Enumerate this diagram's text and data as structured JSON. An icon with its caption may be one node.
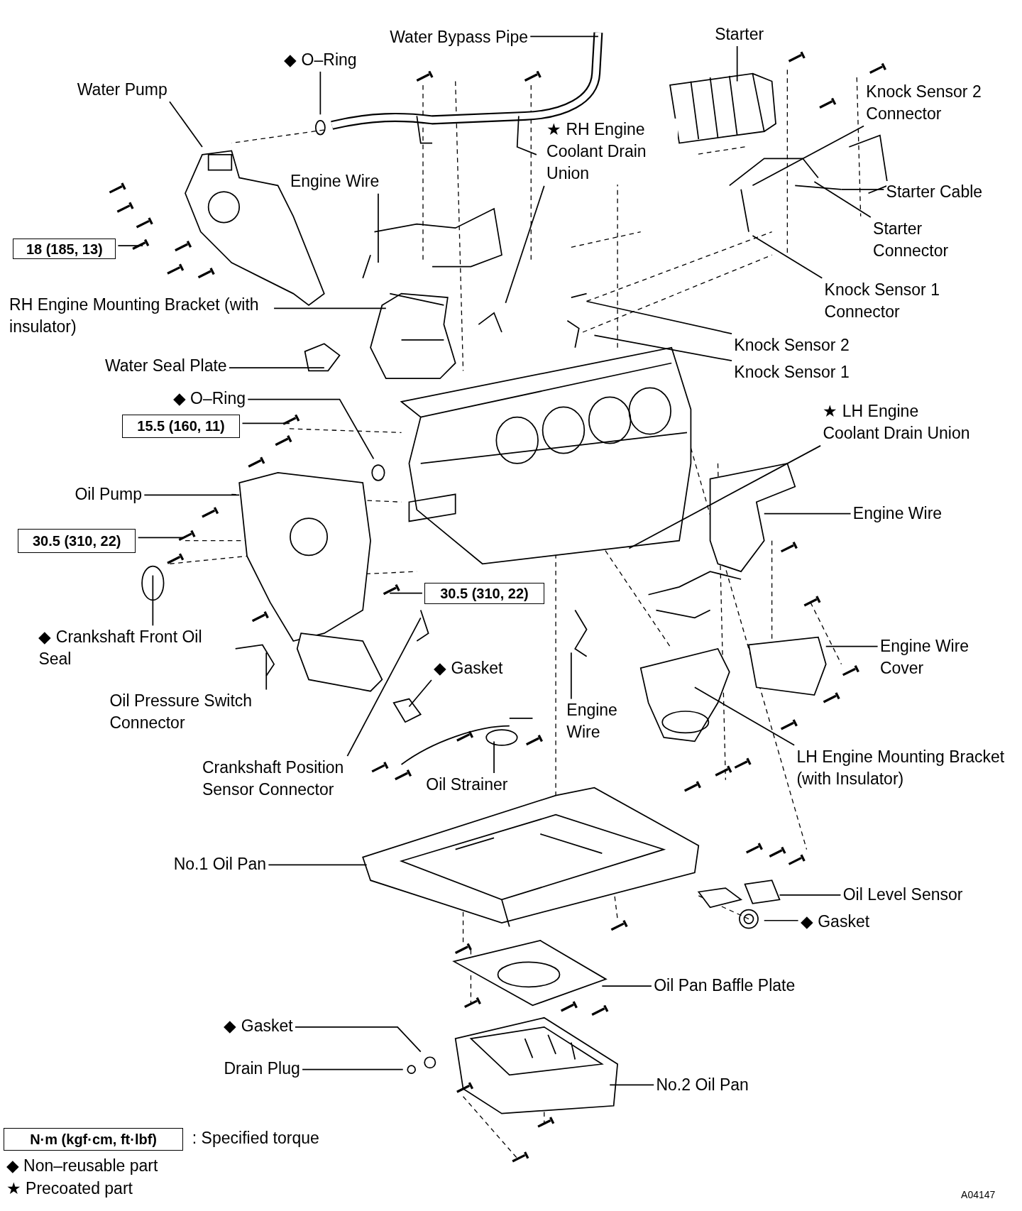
{
  "diagram": {
    "nodes": [
      {
        "text": [
          "Water Bypass Pipe"
        ]
      },
      {
        "text": [
          "Starter"
        ]
      },
      {
        "text": [
          "◆ O–Ring"
        ]
      },
      {
        "text": [
          "Water Pump"
        ]
      },
      {
        "text": [
          "Knock Sensor 2 Connector"
        ]
      },
      {
        "text": [
          "★ RH Engine Coolant Drain Union"
        ]
      },
      {
        "text": [
          "Engine Wire"
        ]
      },
      {
        "text": [
          "Starter Cable"
        ]
      },
      {
        "text": [
          "18 (185, 13)"
        ]
      },
      {
        "text": [
          "Starter Connector"
        ]
      },
      {
        "text": [
          "RH Engine Mounting Bracket (with insulator)"
        ]
      },
      {
        "text": [
          "Knock Sensor 1 Connector"
        ]
      },
      {
        "text": [
          "Knock Sensor 2"
        ]
      },
      {
        "text": [
          "Water Seal Plate"
        ]
      },
      {
        "text": [
          "Knock Sensor 1"
        ]
      },
      {
        "text": [
          "◆ O–Ring"
        ]
      },
      {
        "text": [
          "★ LH Engine Coolant Drain Union"
        ]
      },
      {
        "text": [
          "15.5 (160, 11)"
        ]
      },
      {
        "text": [
          "Oil Pump"
        ]
      },
      {
        "text": [
          "Engine Wire"
        ]
      },
      {
        "text": [
          "30.5 (310, 22)"
        ]
      },
      {
        "text": [
          "30.5 (310, 22)"
        ]
      },
      {
        "text": [
          "◆ Crankshaft Front Oil Seal"
        ]
      },
      {
        "text": [
          "Engine Wire Cover"
        ]
      },
      {
        "text": [
          "◆ Gasket"
        ]
      },
      {
        "text": [
          "Oil Pressure Switch Connector"
        ]
      },
      {
        "text": [
          "Engine Wire"
        ]
      },
      {
        "text": [
          "LH Engine Mounting Bracket (with Insulator)"
        ]
      },
      {
        "text": [
          "Crankshaft Position Sensor Connector"
        ]
      },
      {
        "text": [
          "Oil Strainer"
        ]
      },
      {
        "text": [
          "No.1 Oil Pan"
        ]
      },
      {
        "text": [
          "Oil Level Sensor"
        ]
      },
      {
        "text": [
          "◆ Gasket"
        ]
      },
      {
        "text": [
          "Oil Pan Baffle Plate"
        ]
      },
      {
        "text": [
          "◆ Gasket"
        ]
      },
      {
        "text": [
          "Drain Plug"
        ]
      },
      {
        "text": [
          "No.2 Oil Pan"
        ]
      },
      {
        "text": [
          "N·m (kgf·cm, ft·lbf)"
        ],
        "beside": [
          ": Specified torque"
        ]
      }
    ],
    "edges": [
      {
        "from": 0,
        "to": null,
        "arrow": "none"
      },
      {
        "from": 1,
        "to": null,
        "arrow": "none"
      },
      {
        "from": 2,
        "to": null,
        "arrow": "none"
      },
      {
        "from": 3,
        "to": null,
        "arrow": "none"
      },
      {
        "from": 4,
        "to": null,
        "arrow": "none"
      },
      {
        "from": 5,
        "to": null,
        "arrow": "none"
      },
      {
        "from": 6,
        "to": null,
        "arrow": "none"
      },
      {
        "from": 7,
        "to": null,
        "arrow": "none"
      },
      {
        "from": 8,
        "to": null,
        "arrow": "none"
      },
      {
        "from": 9,
        "to": null,
        "arrow": "none"
      },
      {
        "from": 10,
        "to": null,
        "arrow": "none"
      },
      {
        "from": 11,
        "to": null,
        "arrow": "none"
      },
      {
        "from": 12,
        "to": null,
        "arrow": "none"
      },
      {
        "from": 13,
        "to": null,
        "arrow": "none"
      },
      {
        "from": 14,
        "to": null,
        "arrow": "none"
      },
      {
        "from": 15,
        "to": null,
        "arrow": "none"
      },
      {
        "from": 16,
        "to": null,
        "arrow": "none"
      },
      {
        "from": 17,
        "to": null,
        "arrow": "none"
      },
      {
        "from": 18,
        "to": null,
        "arrow": "none"
      },
      {
        "from": 19,
        "to": null,
        "arrow": "none"
      },
      {
        "from": 20,
        "to": null,
        "arrow": "none"
      },
      {
        "from": 21,
        "to": null,
        "arrow": "none"
      },
      {
        "from": 22,
        "to": null,
        "arrow": "none"
      },
      {
        "from": 23,
        "to": null,
        "arrow": "none"
      },
      {
        "from": 24,
        "to": null,
        "arrow": "none"
      },
      {
        "from": 25,
        "to": null,
        "arrow": "none"
      },
      {
        "from": 26,
        "to": null,
        "arrow": "none"
      },
      {
        "from": 27,
        "to": null,
        "arrow": "none"
      },
      {
        "from": 28,
        "to": null,
        "arrow": "none"
      },
      {
        "from": 29,
        "to": null,
        "arrow": "none"
      },
      {
        "from": 30,
        "to": null,
        "arrow": "none"
      },
      {
        "from": 31,
        "to": null,
        "arrow": "none"
      },
      {
        "from": 32,
        "to": null,
        "arrow": "none"
      },
      {
        "from": 33,
        "to": null,
        "arrow": "none"
      },
      {
        "from": 34,
        "to": null,
        "arrow": "none"
      },
      {
        "from": 35,
        "to": null,
        "arrow": "none"
      },
      {
        "from": 36,
        "to": null,
        "arrow": "none"
      }
    ],
    "labels": [
      "◆ Non–reusable part",
      "★ Precoated part",
      "A04147"
    ]
  }
}
